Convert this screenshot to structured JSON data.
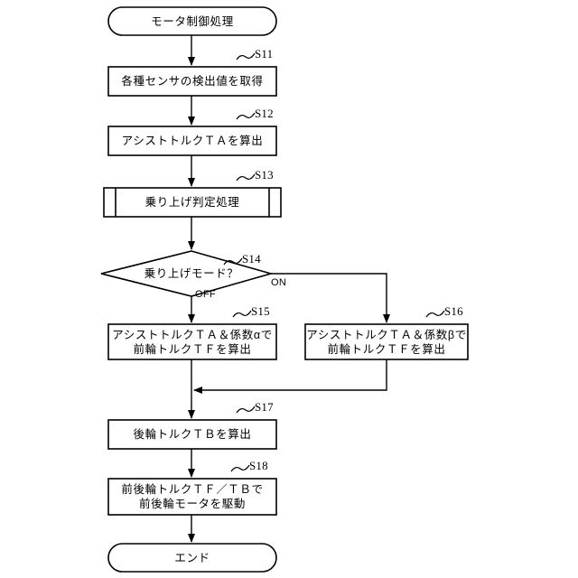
{
  "diagram": {
    "title_node": {
      "id": "start",
      "label": "モータ制御処理",
      "shape": "terminator"
    },
    "end_node": {
      "id": "end",
      "label": "エンド",
      "shape": "terminator"
    },
    "nodes": [
      {
        "id": "S11",
        "step": "S11",
        "shape": "process",
        "lines": [
          "各種センサの検出値を取得"
        ]
      },
      {
        "id": "S12",
        "step": "S12",
        "shape": "process",
        "lines": [
          "アシストトルクＴＡを算出"
        ]
      },
      {
        "id": "S13",
        "step": "S13",
        "shape": "predefined-process",
        "lines": [
          "乗り上げ判定処理"
        ]
      },
      {
        "id": "S14",
        "step": "S14",
        "shape": "decision",
        "lines": [
          "乗り上げモード？"
        ]
      },
      {
        "id": "S15",
        "step": "S15",
        "shape": "process",
        "lines": [
          "アシストトルクＴＡ＆係数αで",
          "前輪トルクＴＦを算出"
        ]
      },
      {
        "id": "S16",
        "step": "S16",
        "shape": "process",
        "lines": [
          "アシストトルクＴＡ＆係数βで",
          "前輪トルクＴＦを算出"
        ]
      },
      {
        "id": "S17",
        "step": "S17",
        "shape": "process",
        "lines": [
          "後輪トルクＴＢを算出"
        ]
      },
      {
        "id": "S18",
        "step": "S18",
        "shape": "process",
        "lines": [
          "前後輪トルクＴＦ／ＴＢで",
          "前後輪モータを駆動"
        ]
      }
    ],
    "edge_labels": [
      {
        "id": "branch-off",
        "label": "OFF"
      },
      {
        "id": "branch-on",
        "label": "ON"
      }
    ],
    "colors": {
      "stroke": "#000000",
      "fill": "#ffffff",
      "background": "#ffffff",
      "text": "#000000"
    }
  }
}
